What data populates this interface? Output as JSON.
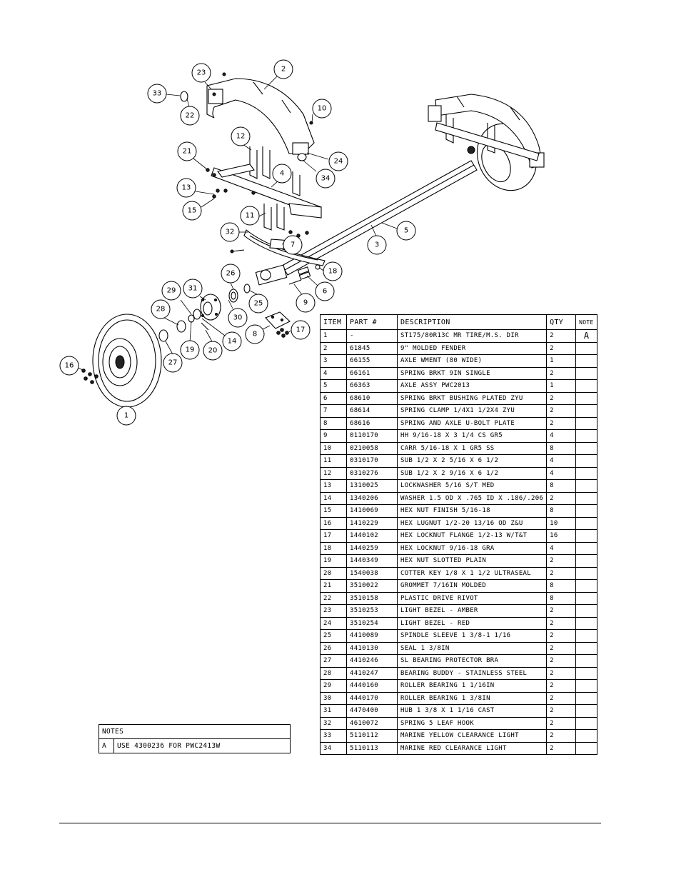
{
  "balloons": [
    "1",
    "2",
    "3",
    "4",
    "5",
    "6",
    "7",
    "8",
    "9",
    "10",
    "11",
    "12",
    "13",
    "14",
    "15",
    "16",
    "17",
    "18",
    "19",
    "20",
    "21",
    "22",
    "23",
    "24",
    "25",
    "26",
    "27",
    "28",
    "29",
    "30",
    "31",
    "32",
    "33",
    "34"
  ],
  "table": {
    "headers": {
      "item": "ITEM",
      "part": "PART #",
      "description": "DESCRIPTION",
      "qty": "QTY",
      "note": "NOTE"
    },
    "rows": [
      {
        "item": "1",
        "part": "-",
        "description": "ST175/80R13C MR TIRE/M.S. DIR",
        "qty": "2",
        "note": "A"
      },
      {
        "item": "2",
        "part": "61845",
        "description": "9\" MOLDED FENDER",
        "qty": "2",
        "note": ""
      },
      {
        "item": "3",
        "part": "66155",
        "description": "AXLE WMENT (80 WIDE)",
        "qty": "1",
        "note": ""
      },
      {
        "item": "4",
        "part": "66161",
        "description": "SPRING BRKT   9IN SINGLE",
        "qty": "2",
        "note": ""
      },
      {
        "item": "5",
        "part": "66363",
        "description": "AXLE ASSY PWC2013",
        "qty": "1",
        "note": ""
      },
      {
        "item": "6",
        "part": "68610",
        "description": "SPRING BRKT BUSHING PLATED ZYU",
        "qty": "2",
        "note": ""
      },
      {
        "item": "7",
        "part": "68614",
        "description": "SPRING CLAMP   1/4X1 1/2X4  ZYU",
        "qty": "2",
        "note": ""
      },
      {
        "item": "8",
        "part": "68616",
        "description": "SPRING AND AXLE U-BOLT PLATE",
        "qty": "2",
        "note": ""
      },
      {
        "item": "9",
        "part": "0110170",
        "description": "HH 9/16-18 X 3 1/4 CS GR5",
        "qty": "4",
        "note": ""
      },
      {
        "item": "10",
        "part": "0210058",
        "description": "CARR 5/16-18 X 1 GR5 SS",
        "qty": "8",
        "note": ""
      },
      {
        "item": "11",
        "part": "0310170",
        "description": "SUB 1/2 X 2 5/16 X 6 1/2",
        "qty": "4",
        "note": ""
      },
      {
        "item": "12",
        "part": "0310276",
        "description": "SUB 1/2 X 2 9/16 X 6 1/2",
        "qty": "4",
        "note": ""
      },
      {
        "item": "13",
        "part": "1310025",
        "description": "LOCKWASHER 5/16 S/T MED",
        "qty": "8",
        "note": ""
      },
      {
        "item": "14",
        "part": "1340206",
        "description": "WASHER 1.5 OD X .765 ID X .186/.206",
        "qty": "2",
        "note": ""
      },
      {
        "item": "15",
        "part": "1410069",
        "description": "HEX NUT FINISH 5/16-18",
        "qty": "8",
        "note": ""
      },
      {
        "item": "16",
        "part": "1410229",
        "description": "HEX LUGNUT 1/2-20 13/16 OD Z&U",
        "qty": "10",
        "note": ""
      },
      {
        "item": "17",
        "part": "1440102",
        "description": "HEX LOCKNUT FLANGE 1/2-13 W/T&T",
        "qty": "16",
        "note": ""
      },
      {
        "item": "18",
        "part": "1440259",
        "description": "HEX LOCKNUT 9/16-18 GRA",
        "qty": "4",
        "note": ""
      },
      {
        "item": "19",
        "part": "1440349",
        "description": "HEX NUT SLOTTED PLAIN",
        "qty": "2",
        "note": ""
      },
      {
        "item": "20",
        "part": "1540038",
        "description": "COTTER KEY 1/8 X 1 1/2 ULTRASEAL",
        "qty": "2",
        "note": ""
      },
      {
        "item": "21",
        "part": "3510022",
        "description": "GROMMET  7/16IN MOLDED",
        "qty": "8",
        "note": ""
      },
      {
        "item": "22",
        "part": "3510158",
        "description": "PLASTIC DRIVE RIVOT",
        "qty": "8",
        "note": ""
      },
      {
        "item": "23",
        "part": "3510253",
        "description": "LIGHT BEZEL - AMBER",
        "qty": "2",
        "note": ""
      },
      {
        "item": "24",
        "part": "3510254",
        "description": "LIGHT BEZEL - RED",
        "qty": "2",
        "note": ""
      },
      {
        "item": "25",
        "part": "4410089",
        "description": "SPINDLE SLEEVE  1 3/8-1 1/16",
        "qty": "2",
        "note": ""
      },
      {
        "item": "26",
        "part": "4410130",
        "description": "SEAL  1 3/8IN",
        "qty": "2",
        "note": ""
      },
      {
        "item": "27",
        "part": "4410246",
        "description": "SL BEARING PROTECTOR BRA",
        "qty": "2",
        "note": ""
      },
      {
        "item": "28",
        "part": "4410247",
        "description": "BEARING BUDDY - STAINLESS STEEL",
        "qty": "2",
        "note": ""
      },
      {
        "item": "29",
        "part": "4440160",
        "description": "ROLLER BEARING   1 1/16IN",
        "qty": "2",
        "note": ""
      },
      {
        "item": "30",
        "part": "4440170",
        "description": "ROLLER BEARING   1 3/8IN",
        "qty": "2",
        "note": ""
      },
      {
        "item": "31",
        "part": "4470400",
        "description": "HUB   1 3/8 X 1 1/16 CAST",
        "qty": "2",
        "note": ""
      },
      {
        "item": "32",
        "part": "4610072",
        "description": "SPRING  5 LEAF HOOK",
        "qty": "2",
        "note": ""
      },
      {
        "item": "33",
        "part": "5110112",
        "description": "MARINE YELLOW CLEARANCE LIGHT",
        "qty": "2",
        "note": ""
      },
      {
        "item": "34",
        "part": "5110113",
        "description": "MARINE RED CLEARANCE LIGHT",
        "qty": "2",
        "note": ""
      }
    ]
  },
  "notes": {
    "header": "NOTES",
    "items": [
      {
        "letter": "A",
        "text": "USE 4300236 FOR PWC2413W"
      }
    ]
  }
}
